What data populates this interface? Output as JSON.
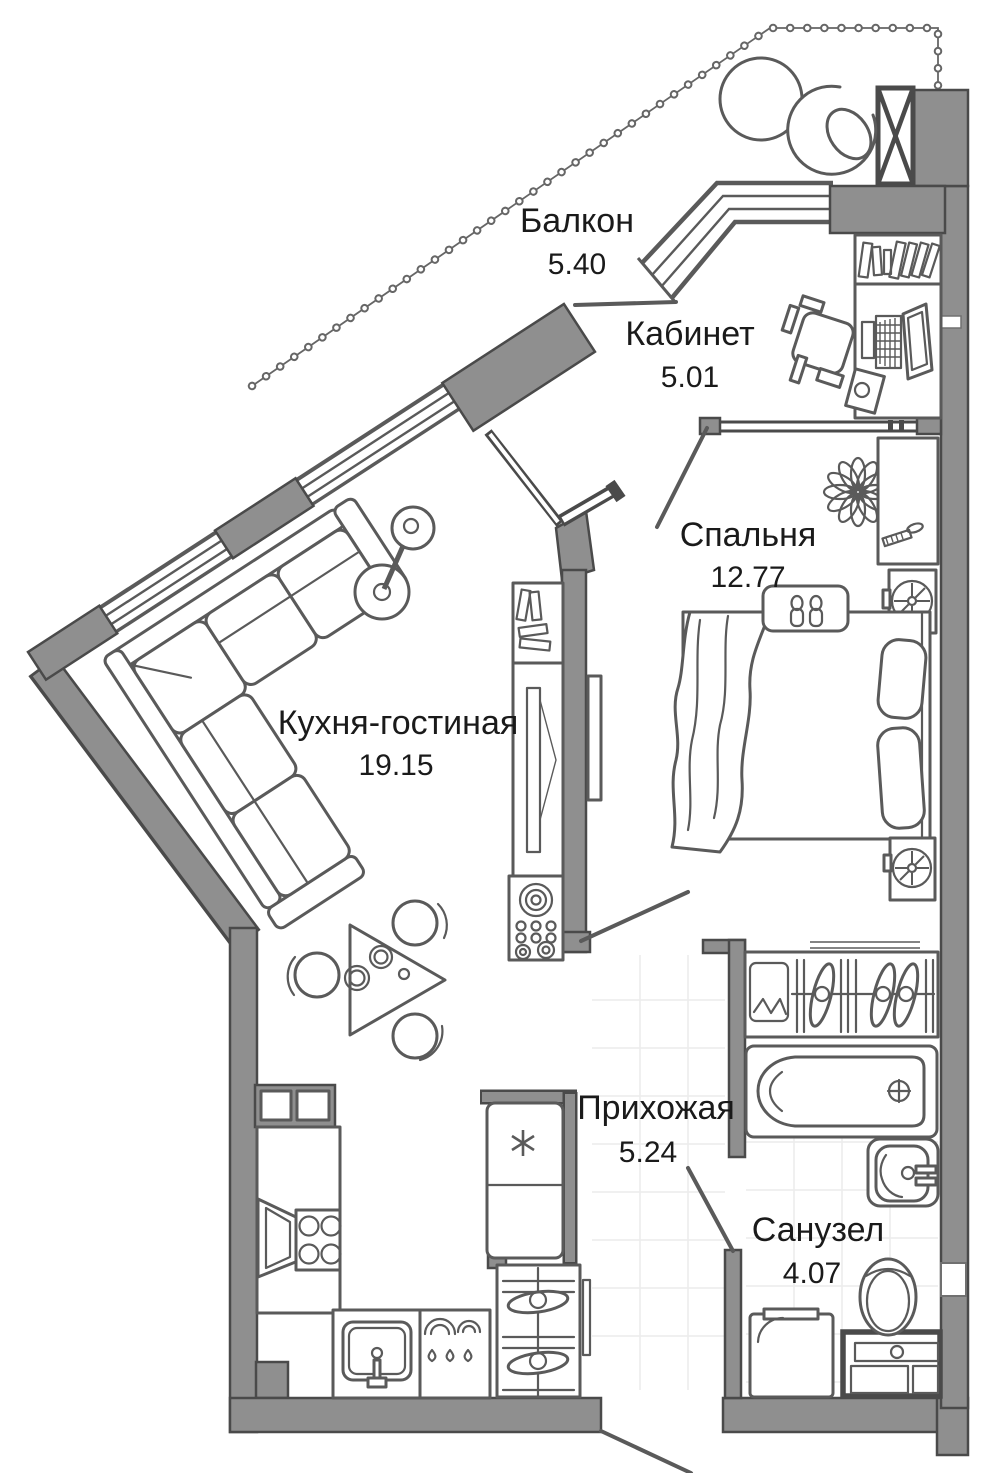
{
  "floor_plan": {
    "rooms": [
      {
        "name": "Балкон",
        "area": "5.40"
      },
      {
        "name": "Кабинет",
        "area": "5.01"
      },
      {
        "name": "Спальня",
        "area": "12.77"
      },
      {
        "name": "Кухня-гостиная",
        "area": "19.15"
      },
      {
        "name": "Прихожая",
        "area": "5.24"
      },
      {
        "name": "Санузел",
        "area": "4.07"
      }
    ],
    "colors": {
      "wall_fill": "#8F8F8F",
      "wall_outline": "#4A4A4A",
      "furniture_line": "#5A5A5A",
      "label_text": "#1a1a1a",
      "background": "#ffffff"
    },
    "icons": [
      "corner-sofa",
      "floor-lamp",
      "triangle-dining-table",
      "chair",
      "tv-media-column",
      "speaker-unit",
      "fridge",
      "kitchen-sink",
      "stove",
      "cooker-hood",
      "dish-rack",
      "coat-closet",
      "wardrobe-hangers",
      "bathtub",
      "washbasin",
      "toilet",
      "vanity-cabinet",
      "washing-machine",
      "double-bed",
      "blanket",
      "pillows",
      "bench-slippers",
      "plant",
      "fan-unit",
      "desk",
      "laptop",
      "office-chair",
      "bookshelf",
      "round-table",
      "hanging-chair",
      "shaft-x-box",
      "balcony-railing",
      "boundary-chain"
    ]
  }
}
